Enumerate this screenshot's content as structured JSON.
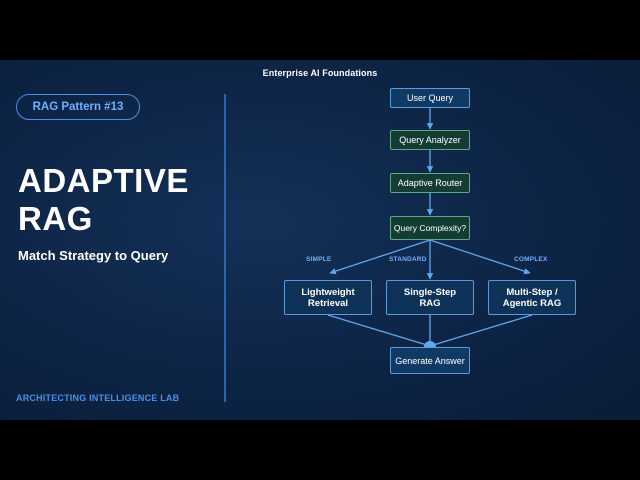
{
  "header": {
    "title": "Enterprise AI Foundations"
  },
  "left": {
    "badge": "RAG Pattern #13",
    "title_line1": "ADAPTIVE",
    "title_line2": "RAG",
    "subtitle": "Match Strategy to Query",
    "footer": "ARCHITECTING INTELLIGENCE LAB"
  },
  "flow": {
    "user_query": "User Query",
    "query_analyzer": "Query Analyzer",
    "adaptive_router": "Adaptive Router",
    "query_complexity": "Query Complexity?",
    "branch_simple": "SIMPLE",
    "branch_standard": "STANDARD",
    "branch_complex": "COMPLEX",
    "lightweight_l1": "Lightweight",
    "lightweight_l2": "Retrieval",
    "single_l1": "Single-Step",
    "single_l2": "RAG",
    "multi_l1": "Multi-Step /",
    "multi_l2": "Agentic RAG",
    "generate_answer": "Generate Answer"
  },
  "colors": {
    "accent": "#4a90e2",
    "node_border": "#5b9bd8",
    "green_node": "#133d32",
    "background": "#0d2445"
  }
}
